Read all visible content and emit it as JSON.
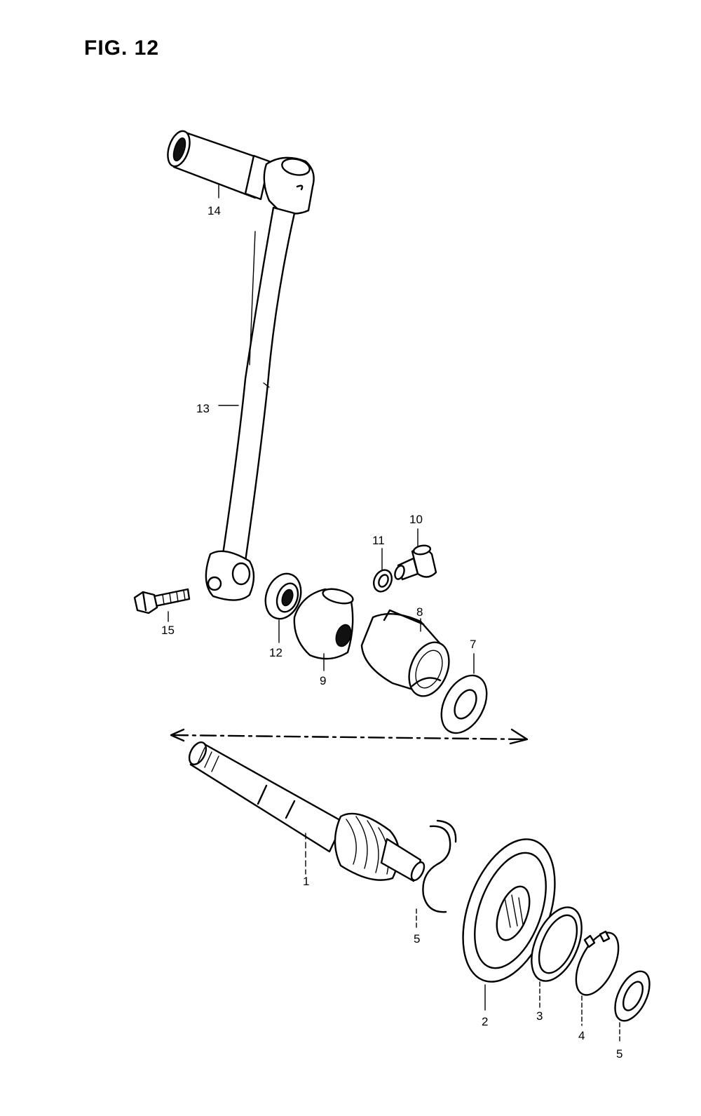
{
  "figure": {
    "title": "FIG. 12"
  },
  "callouts": {
    "p1": "1",
    "p2": "2",
    "p3": "3",
    "p4": "4",
    "p5": "5",
    "p6": "5",
    "p7": "7",
    "p8": "8",
    "p9": "9",
    "p10": "10",
    "p11": "11",
    "p12": "12",
    "p13": "13",
    "p14": "14",
    "p15": "15"
  }
}
